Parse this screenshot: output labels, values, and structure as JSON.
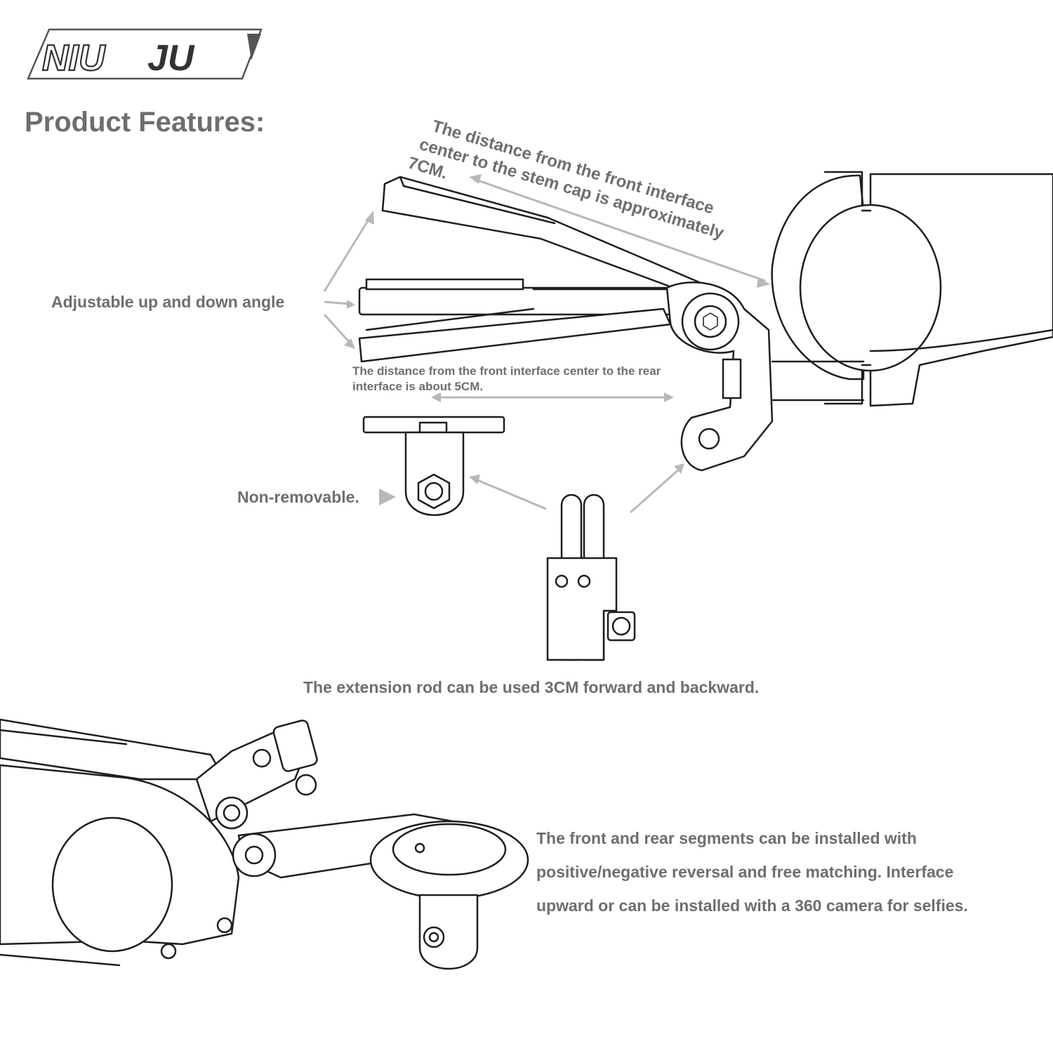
{
  "brand": {
    "logo_text_left": "NIU",
    "logo_text_right": "JU"
  },
  "heading": "Product Features:",
  "callouts": {
    "distance_7cm": [
      "The distance from the front interface",
      "center to the stem cap is approximately",
      "7CM."
    ],
    "angle": "Adjustable up and down angle",
    "distance_5cm": [
      "The distance from the front interface center to the rear",
      "interface is about 5CM."
    ],
    "non_removable": "Non-removable.",
    "extension": "The extension rod can be used 3CM forward and backward.",
    "segments": [
      "The front and rear segments can be installed with",
      "positive/negative reversal and free matching. Interface",
      "upward or can be installed with a 360 camera for selfies."
    ]
  },
  "colors": {
    "text_gray": "#6e6e6e",
    "arrow_gray": "#b8b8b8",
    "line_black": "#1e1e1e"
  }
}
